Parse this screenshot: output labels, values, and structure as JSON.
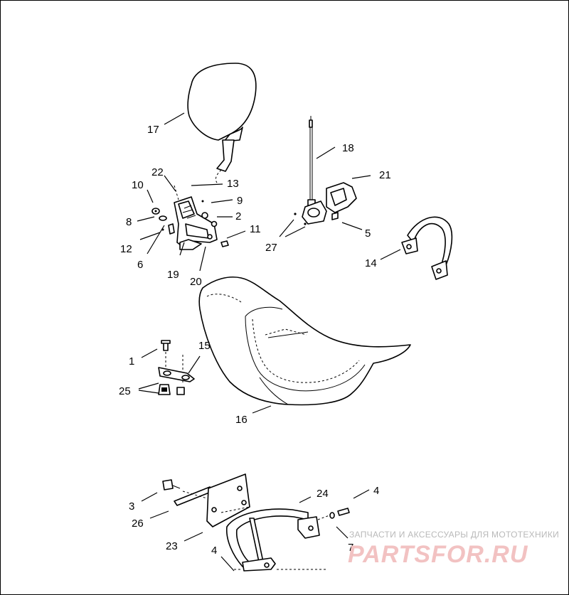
{
  "callouts": {
    "c1": "1",
    "c2": "2",
    "c3": "3",
    "c4a": "4",
    "c4b": "4",
    "c5": "5",
    "c6": "6",
    "c7": "7",
    "c8": "8",
    "c9": "9",
    "c10": "10",
    "c11": "11",
    "c12": "12",
    "c13": "13",
    "c14": "14",
    "c15": "15",
    "c16": "16",
    "c17": "17",
    "c18": "18",
    "c19": "19",
    "c20": "20",
    "c21": "21",
    "c22": "22",
    "c23": "23",
    "c24": "24",
    "c25": "25",
    "c26": "26",
    "c27": "27"
  },
  "watermark": {
    "subtitle": "ЗАПЧАСТИ И АКСЕССУАРЫ ДЛЯ МОТОТЕХНИКИ",
    "brand": "PARTSFOR.RU"
  }
}
